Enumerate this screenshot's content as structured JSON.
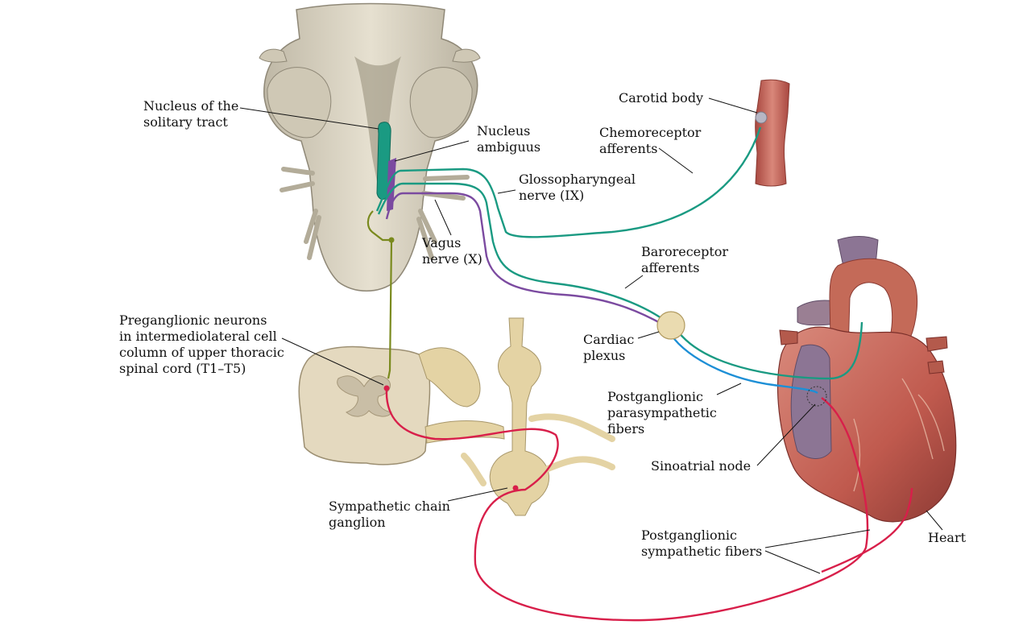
{
  "labels": {
    "nts": "Nucleus of the\nsolitary tract",
    "ambiguus": "Nucleus\nambiguus",
    "carotid": "Carotid body",
    "chemo": "Chemoreceptor\nafferents",
    "glosso": "Glossopharyngeal\nnerve (IX)",
    "vagus": "Vagus\nnerve (X)",
    "baro": "Baroreceptor\nafferents",
    "pregang": "Preganglionic neurons\nin intermediolateral cell\ncolumn of upper thoracic\nspinal cord (T1–T5)",
    "cardiac": "Cardiac\nplexus",
    "postpara": "Postganglionic\nparasympathetic\nfibers",
    "sa": "Sinoatrial node",
    "chain": "Sympathetic chain\nganglion",
    "postsym": "Postganglionic\nsympathetic fibers",
    "heart": "Heart"
  },
  "colors": {
    "chemoreceptor": "#1a9a82",
    "vagus": "#7b4aa0",
    "parasympathetic": "#1d8fd6",
    "sympathetic": "#d81f4a",
    "preganglionic": "#7a8a1e",
    "brainstem": "#d8d1bf",
    "spinal_cord": "#e4d3a4",
    "heart": "#c05a4e",
    "vessel_purple": "#8c7594",
    "artery": "#c46a58"
  }
}
